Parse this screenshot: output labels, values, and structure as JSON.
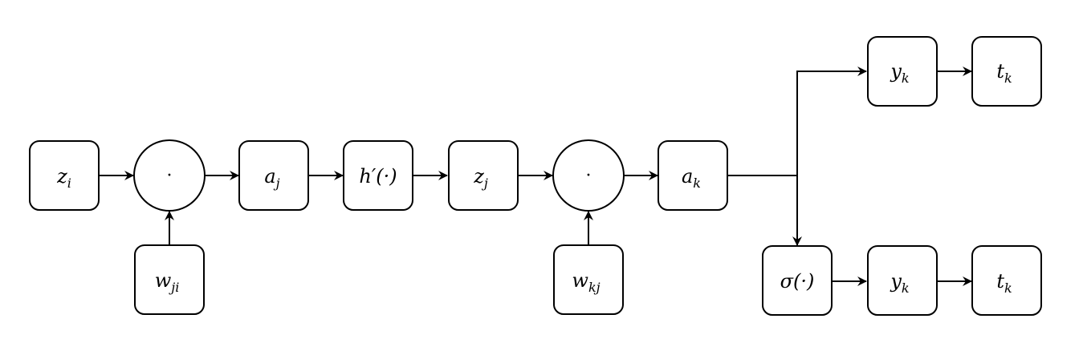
{
  "nodes": {
    "z_i": {
      "base": "z",
      "sub": "i"
    },
    "mul1": {
      "symbol": "·"
    },
    "w_ji": {
      "base": "w",
      "sub": "ji"
    },
    "a_j": {
      "base": "a",
      "sub": "j"
    },
    "hprime": {
      "text": "h′(·)"
    },
    "z_j": {
      "base": "z",
      "sub": "j"
    },
    "mul2": {
      "symbol": "·"
    },
    "w_kj": {
      "base": "w",
      "sub": "kj"
    },
    "a_k": {
      "base": "a",
      "sub": "k"
    },
    "y_k_top": {
      "base": "y",
      "sub": "k"
    },
    "t_k_top": {
      "base": "t",
      "sub": "k"
    },
    "sigma": {
      "text": "σ(·)"
    },
    "y_k_bottom": {
      "base": "y",
      "sub": "k"
    },
    "t_k_bottom": {
      "base": "t",
      "sub": "k"
    }
  }
}
